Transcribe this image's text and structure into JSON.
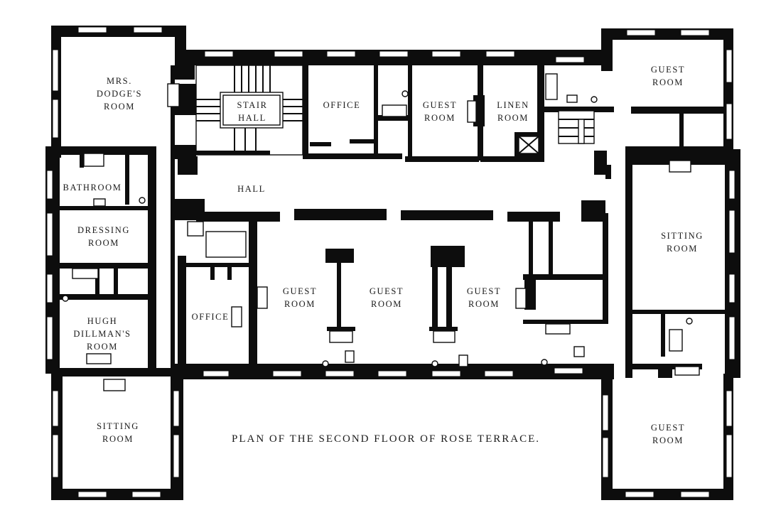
{
  "caption": "PLAN OF THE SECOND FLOOR OF ROSE TERRACE.",
  "rooms": {
    "mrs_dodges_room": [
      "MRS.",
      "DODGE'S",
      "ROOM"
    ],
    "stair_hall": [
      "STAIR",
      "HALL"
    ],
    "office_north": [
      "OFFICE"
    ],
    "guest_room_north": [
      "GUEST",
      "ROOM"
    ],
    "linen_room": [
      "LINEN",
      "ROOM"
    ],
    "guest_room_northeast": [
      "GUEST",
      "ROOM"
    ],
    "bathroom": [
      "BATHROOM"
    ],
    "hall": [
      "HALL"
    ],
    "dressing_room": [
      "DRESSING",
      "ROOM"
    ],
    "hugh_dillmans_room": [
      "HUGH",
      "DILLMAN'S",
      "ROOM"
    ],
    "office_south": [
      "OFFICE"
    ],
    "guest_room_south_1": [
      "GUEST",
      "ROOM"
    ],
    "guest_room_south_2": [
      "GUEST",
      "ROOM"
    ],
    "guest_room_south_3": [
      "GUEST",
      "ROOM"
    ],
    "sitting_room_east": [
      "SITTING",
      "ROOM"
    ],
    "sitting_room_west": [
      "SITTING",
      "ROOM"
    ],
    "guest_room_southeast": [
      "GUEST",
      "ROOM"
    ]
  }
}
